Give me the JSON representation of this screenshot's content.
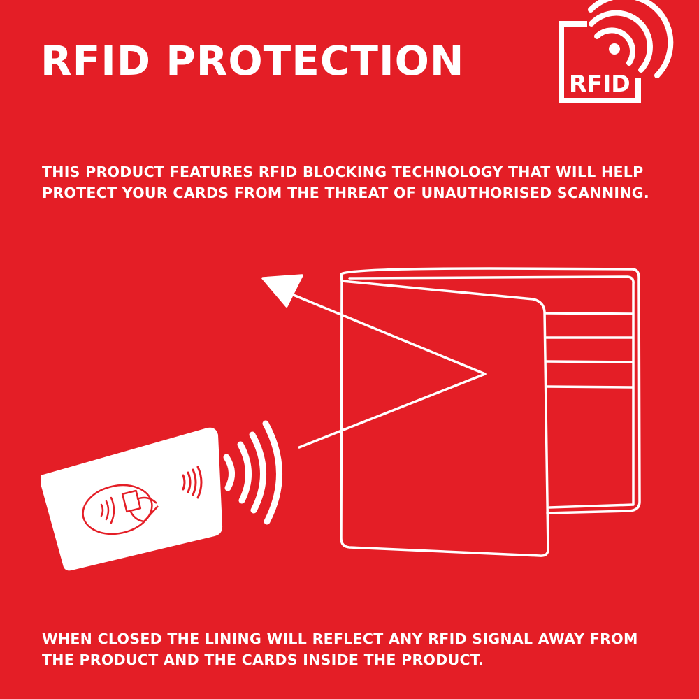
{
  "header": {
    "title": "RFID PROTECTION",
    "badge_label": "RFID"
  },
  "body": {
    "intro": "THIS PRODUCT FEATURES RFID BLOCKING TECHNOLOGY THAT WILL HELP PROTECT YOUR CARDS FROM THE THREAT OF UNAUTHORISED SCANNING.",
    "outro": "WHEN CLOSED THE LINING WILL REFLECT ANY RFID SIGNAL AWAY FROM THE PRODUCT AND THE CARDS INSIDE THE PRODUCT."
  },
  "colors": {
    "background": "#e41e26",
    "foreground": "#ffffff"
  },
  "icons": [
    "rfid-badge-icon",
    "wifi-signal-icon",
    "wallet-icon",
    "reflect-arrow-icon",
    "card-icon",
    "contactless-icon",
    "hand-icon"
  ]
}
